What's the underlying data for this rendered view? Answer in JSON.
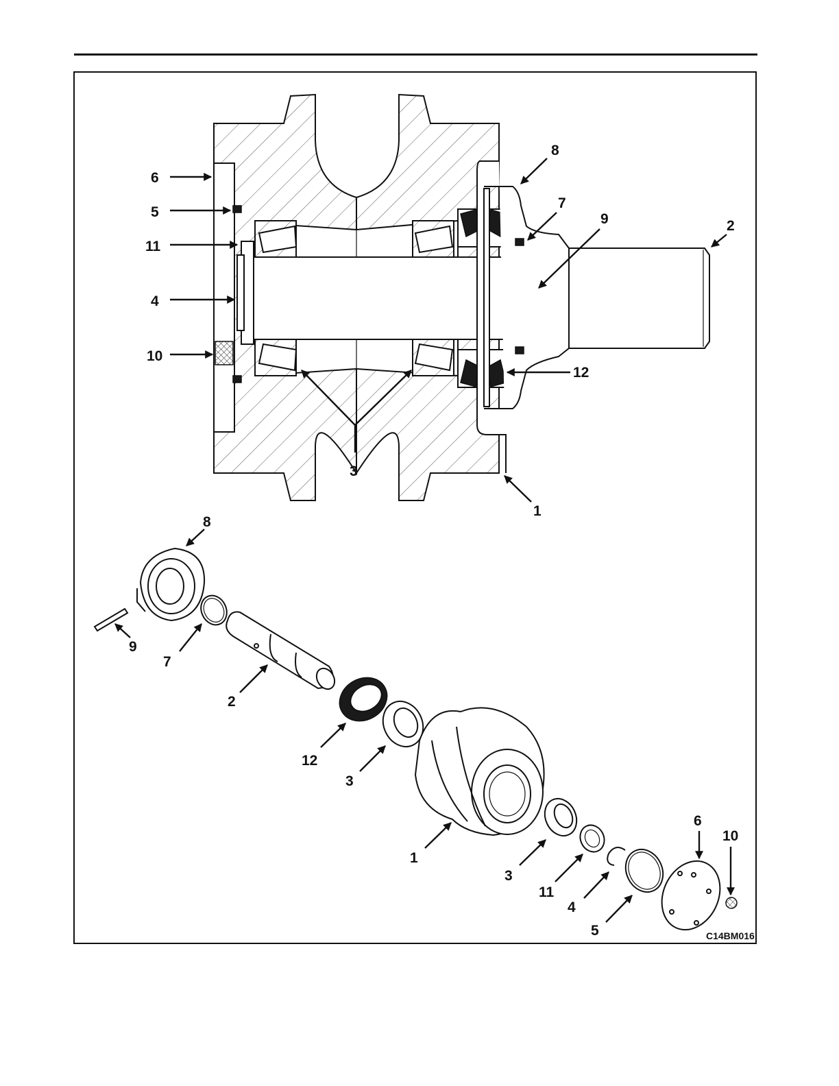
{
  "figure": {
    "id": "C14BM016",
    "section_view_callouts": [
      "6",
      "5",
      "11",
      "4",
      "10",
      "8",
      "7",
      "9",
      "2",
      "12",
      "3",
      "1"
    ],
    "exploded_view_callouts": [
      "8",
      "9",
      "7",
      "2",
      "12",
      "3",
      "1",
      "3",
      "11",
      "4",
      "5",
      "6",
      "10"
    ]
  },
  "colors": {
    "line": "#111111",
    "background": "#ffffff"
  }
}
